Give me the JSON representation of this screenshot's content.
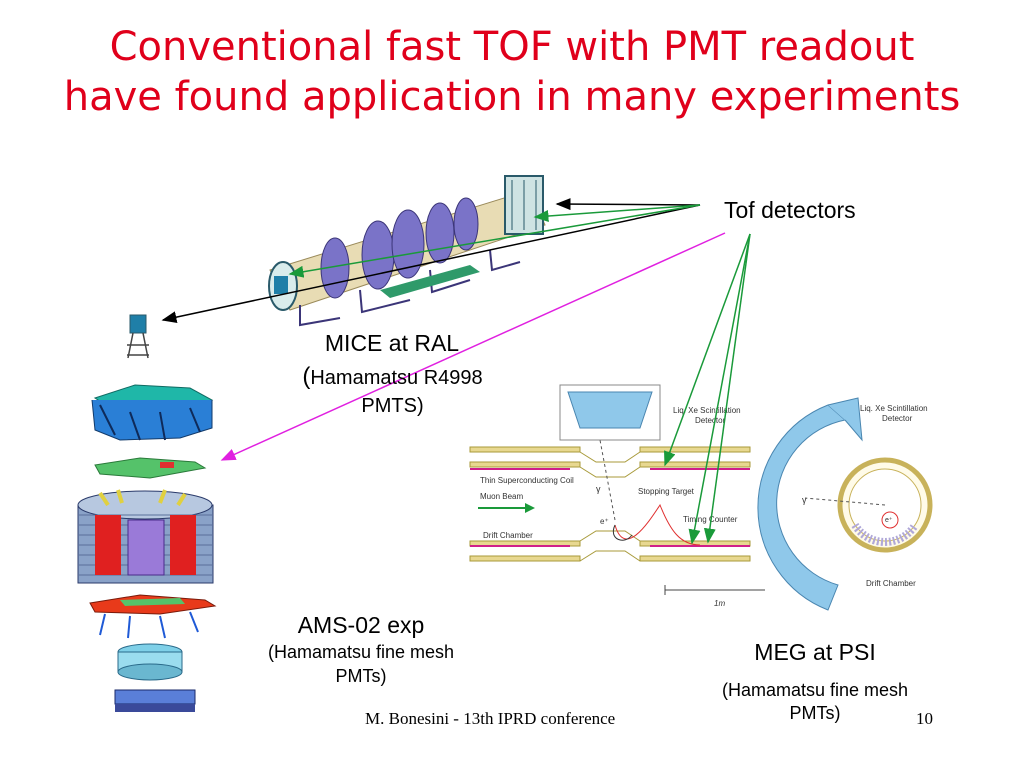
{
  "title": {
    "line1": "Conventional fast TOF with PMT readout",
    "line2": "have found application in many experiments"
  },
  "tof_label": "Tof detectors",
  "mice": {
    "name": "MICE at RAL",
    "sub_open": "(",
    "sub1": "Hamamatsu R4998",
    "sub2": "PMTS)"
  },
  "ams": {
    "name": "AMS-02 exp",
    "sub1": "(Hamamatsu fine mesh",
    "sub2": "PMTs)"
  },
  "meg": {
    "name": "MEG at PSI",
    "sub1": "(Hamamatsu fine mesh",
    "sub2": "PMTs)",
    "diagram": {
      "lxe_left": "Liq. Xe Scintillation",
      "lxe_left2": "Detector",
      "lxe_right": "Liq. Xe Scintillation",
      "lxe_right2": "Detector",
      "coil": "Thin Superconducting Coil",
      "muon_beam": "Muon Beam",
      "stopping_target": "Stopping Target",
      "timing_counter": "Timing Counter",
      "drift_chamber_left": "Drift Chamber",
      "drift_chamber_right": "Drift Chamber",
      "scale": "1m",
      "gamma": "γ",
      "positron": "e⁺"
    }
  },
  "footer": {
    "author": "M. Bonesini - 13th IPRD conference",
    "page": "10"
  },
  "colors": {
    "title": "#e0001b",
    "arrow_black": "#000000",
    "arrow_green": "#1a9a3a",
    "arrow_magenta": "#e020e0"
  }
}
